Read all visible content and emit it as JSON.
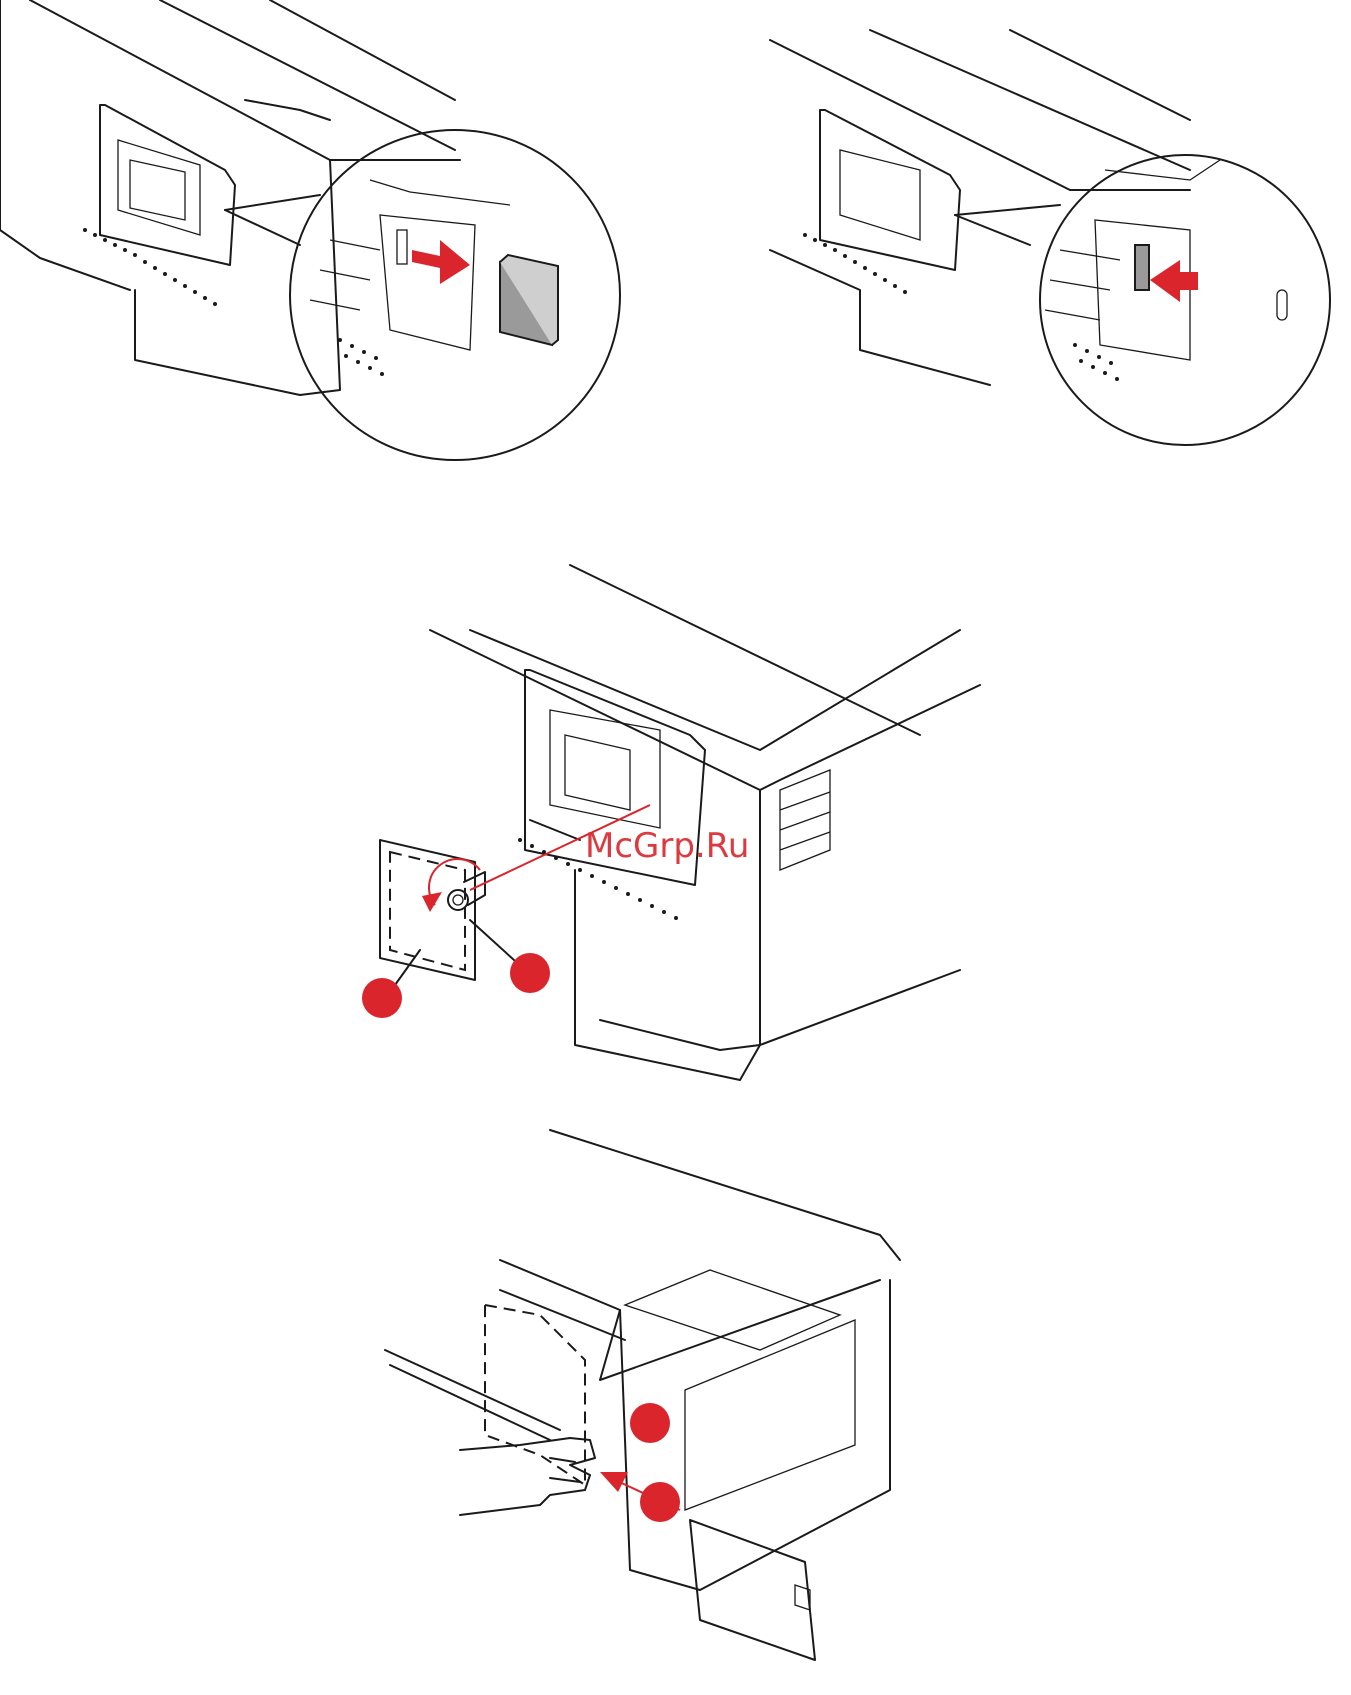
{
  "watermark": "McGrp.Ru",
  "colors": {
    "line": "#1a1a1a",
    "accent_red": "#d9252b",
    "card_grey": "#9a9a9a",
    "background": "#ffffff"
  },
  "figures": [
    {
      "id": "sd-insert",
      "callouts": []
    },
    {
      "id": "sd-push",
      "callouts": []
    },
    {
      "id": "cover-remove",
      "callouts": [
        "marker-1",
        "marker-2"
      ]
    },
    {
      "id": "cover-refit",
      "callouts": [
        "marker-1",
        "marker-2"
      ]
    }
  ],
  "icons": [
    "red-arrow-icon",
    "rotate-arrow-icon",
    "red-callout-marker"
  ]
}
